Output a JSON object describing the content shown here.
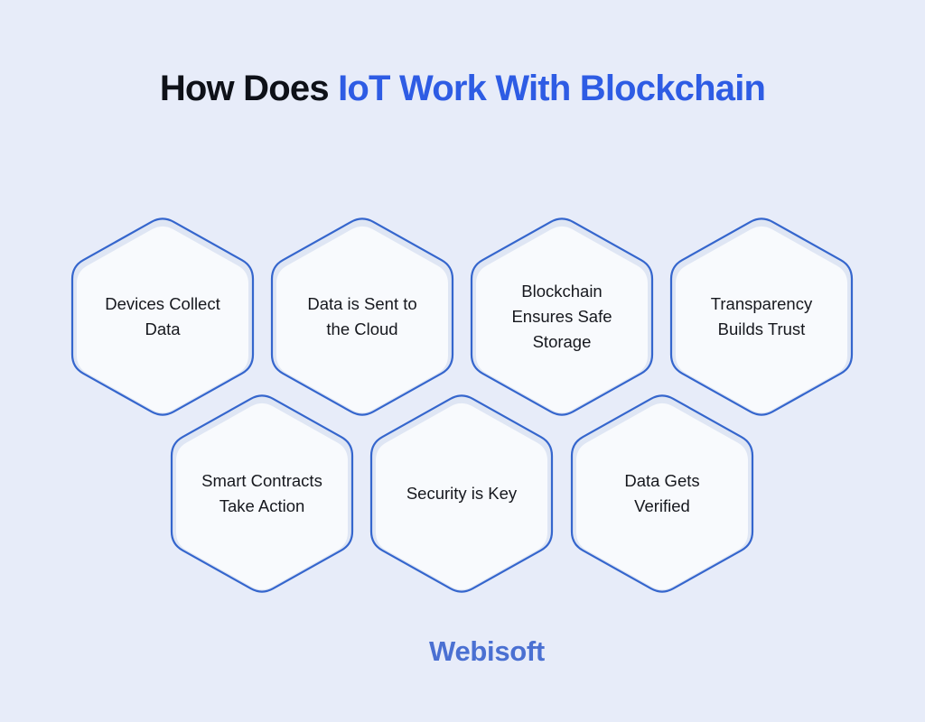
{
  "title": {
    "prefix": "How Does ",
    "highlight": "IoT Work With Blockchain"
  },
  "hexagons": [
    {
      "label": "Devices Collect\nData"
    },
    {
      "label": "Data is Sent to\nthe Cloud"
    },
    {
      "label": "Blockchain\nEnsures Safe\nStorage"
    },
    {
      "label": "Transparency\nBuilds Trust"
    },
    {
      "label": "Smart Contracts\nTake Action"
    },
    {
      "label": "Security is Key"
    },
    {
      "label": "Data Gets\nVerified"
    }
  ],
  "footer": {
    "brand": "Webisoft"
  },
  "colors": {
    "background": "#e7ecf9",
    "title_text": "#0e1118",
    "title_highlight": "#2e5ce4",
    "hex_border": "#3566cd",
    "hex_fill": "#f8fafd",
    "hex_shadow": "#dfe6f4",
    "label_text": "#16181e",
    "brand_blue": "#4a70d2"
  }
}
